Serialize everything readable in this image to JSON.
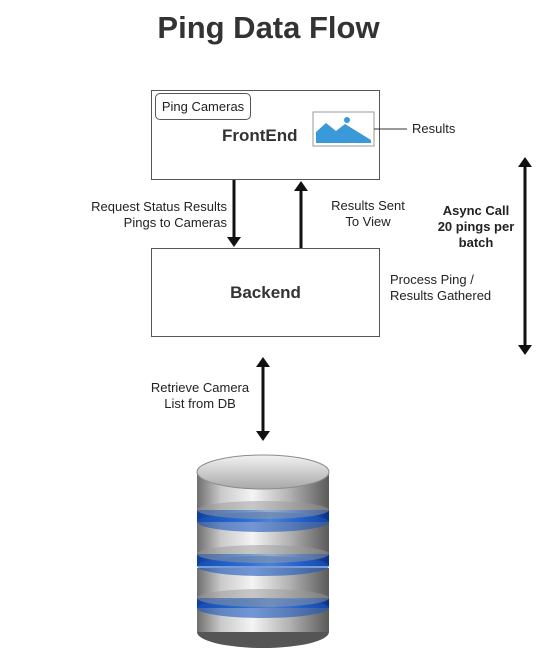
{
  "title": "Ping Data Flow",
  "frontend": {
    "label": "FrontEnd",
    "button_label": "Ping Cameras",
    "image_icon": "image-icon"
  },
  "backend": {
    "label": "Backend"
  },
  "labels": {
    "results": "Results",
    "request_line1": "Request Status Results",
    "request_line2": "Pings to Cameras",
    "sent_line1": "Results Sent",
    "sent_line2": "To View",
    "async_line1": "Async Call",
    "async_line2": "20 pings per",
    "async_line3": "batch",
    "process_line1": "Process Ping /",
    "process_line2": "Results Gathered",
    "retrieve_line1": "Retrieve Camera",
    "retrieve_line2": "List from DB"
  },
  "database": {
    "icon": "database-icon",
    "band_color": "#2f6fd6",
    "body_color": "#a9a9a9"
  },
  "colors": {
    "image_blue": "#3a9ad9",
    "arrow": "#111111"
  }
}
